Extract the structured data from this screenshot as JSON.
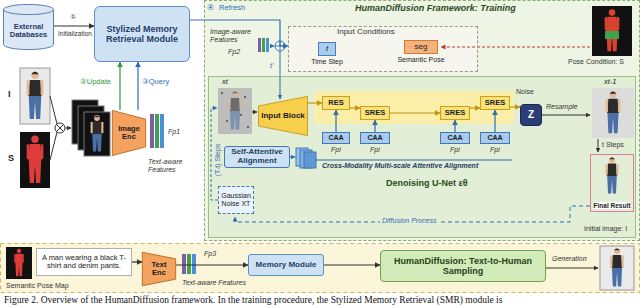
{
  "diagram": {
    "caption": "Figure 2. Overview of the HumanDiffusion framework. In the training procedure, the Stylized Memory Retrieval (SMR) module is",
    "nodes": [
      {
        "text": [
          "External Databases"
        ]
      },
      {
        "text": [
          "Stylized Memory Retrieval Module"
        ]
      },
      {
        "text": [
          "HumanDiffusion Framework: Training"
        ]
      },
      {
        "text": [
          "Input Conditions"
        ],
        "in": 2
      },
      {
        "text": [
          "t",
          "Time Step"
        ],
        "in": 3
      },
      {
        "text": [
          "seg",
          "Semantic Pose"
        ],
        "in": 3
      },
      {
        "text": [
          "Image Enc"
        ]
      },
      {
        "text": [
          "Denoising U-Net εθ"
        ],
        "in": 2
      },
      {
        "text": [
          "Input Block"
        ],
        "in": 7
      },
      {
        "text": [
          "RES"
        ],
        "in": 7
      },
      {
        "text": [
          "SRES"
        ],
        "in": 7
      },
      {
        "text": [
          "SRES"
        ],
        "in": 7
      },
      {
        "text": [
          "SRES"
        ],
        "in": 7
      },
      {
        "text": [
          "Z"
        ],
        "in": 7
      },
      {
        "text": [
          "CAA"
        ],
        "in": 7
      },
      {
        "text": [
          "CAA"
        ],
        "in": 7
      },
      {
        "text": [
          "CAA"
        ],
        "in": 7
      },
      {
        "text": [
          "CAA"
        ],
        "in": 7
      },
      {
        "text": [
          "Self-Attentive Alignment"
        ],
        "in": 7
      },
      {
        "text": [
          "Gaussian Noise XT"
        ],
        "in": 7
      },
      {
        "text": [
          "Final Result"
        ],
        "in": 7
      },
      {
        "text": [
          "A man wearing a black T-shirt and denim pants."
        ]
      },
      {
        "text": [
          "Text Enc"
        ]
      },
      {
        "text": [
          "Memory Module"
        ]
      },
      {
        "text": [
          "HumanDiffusion: Text-to-Human Sampling"
        ]
      }
    ],
    "edges": [
      {
        "from": 0,
        "to": 1,
        "arrow": "to",
        "label": "Initialization"
      },
      {
        "from": 1,
        "to": 3,
        "arrow": "to",
        "label": "Refresh"
      },
      {
        "from": 6,
        "to": 1,
        "arrow": "to",
        "label": "②Update"
      },
      {
        "from": 6,
        "to": 1,
        "arrow": "to",
        "label": "③Query"
      },
      {
        "from": 8,
        "to": 9,
        "arrow": "to"
      },
      {
        "from": 9,
        "to": 10,
        "arrow": "to"
      },
      {
        "from": 10,
        "to": 11,
        "arrow": "to"
      },
      {
        "from": 11,
        "to": 12,
        "arrow": "to"
      },
      {
        "from": 12,
        "to": 13,
        "arrow": "to"
      },
      {
        "from": 14,
        "to": 9,
        "arrow": "to"
      },
      {
        "from": 15,
        "to": 10,
        "arrow": "to"
      },
      {
        "from": 16,
        "to": 11,
        "arrow": "to"
      },
      {
        "from": 17,
        "to": 12,
        "arrow": "to"
      },
      {
        "from": 21,
        "to": 22,
        "arrow": "to"
      },
      {
        "from": 22,
        "to": 23,
        "arrow": "to"
      },
      {
        "from": 23,
        "to": 24,
        "arrow": "to"
      }
    ],
    "labels": [
      "①",
      "④",
      "Image-aware Features",
      "Fp2",
      "Pose Condition: S",
      "t'",
      "I",
      "S",
      "Fp1",
      "Text-aware Features",
      "xt",
      "Noise",
      "xt-1",
      "Resample",
      "t Steps",
      "Fpi",
      "Fpi",
      "Fpi",
      "Fpi",
      "Cross-Modality Multi-scale Attentive Alignment",
      "(T-t) Steps",
      "Diffusion Process",
      "Initial image: I",
      "Fp3",
      "Text-aware Features",
      "Semantic Pose Map",
      "Generation"
    ]
  }
}
